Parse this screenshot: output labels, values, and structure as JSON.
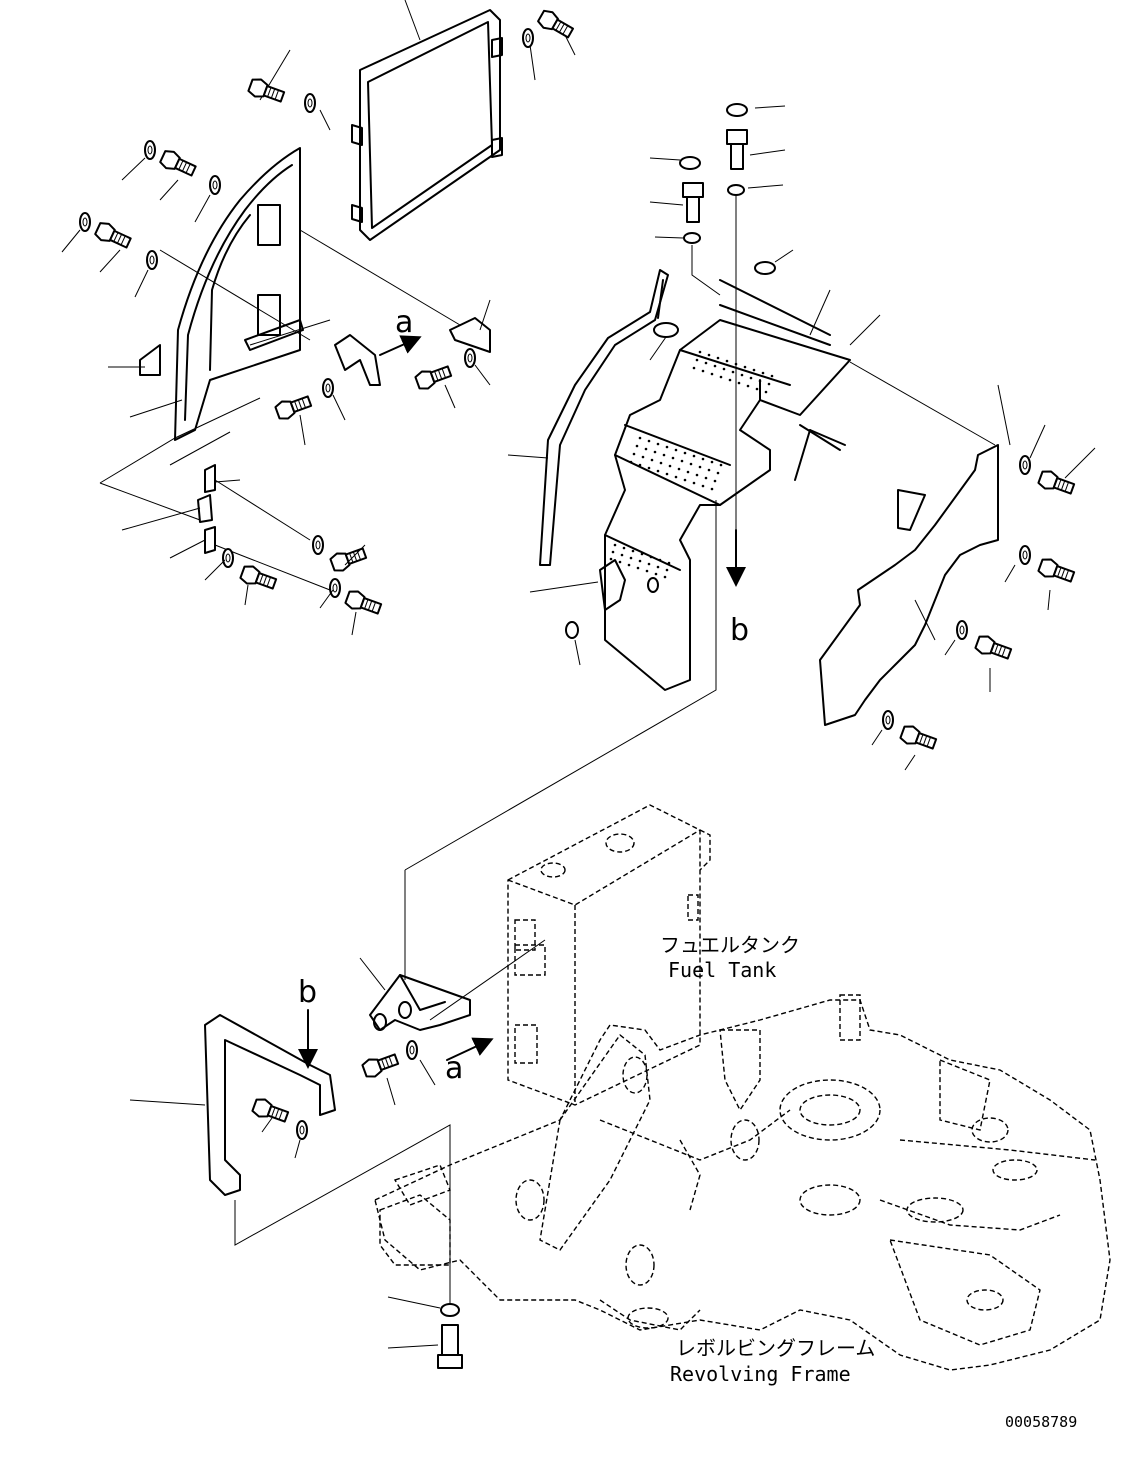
{
  "labels": {
    "fuel_tank_jp": "フュエルタンク",
    "fuel_tank_en": "Fuel Tank",
    "revolving_frame_jp": "レボルビングフレーム",
    "revolving_frame_en": "Revolving Frame",
    "drawing_number": "00058789",
    "ref_a_top": "a",
    "ref_b_top": "b",
    "ref_a_bottom": "a",
    "ref_b_bottom": "b"
  },
  "icons": {
    "bolt": "bolt-icon",
    "washer": "washer-icon",
    "plug": "plug-icon"
  }
}
